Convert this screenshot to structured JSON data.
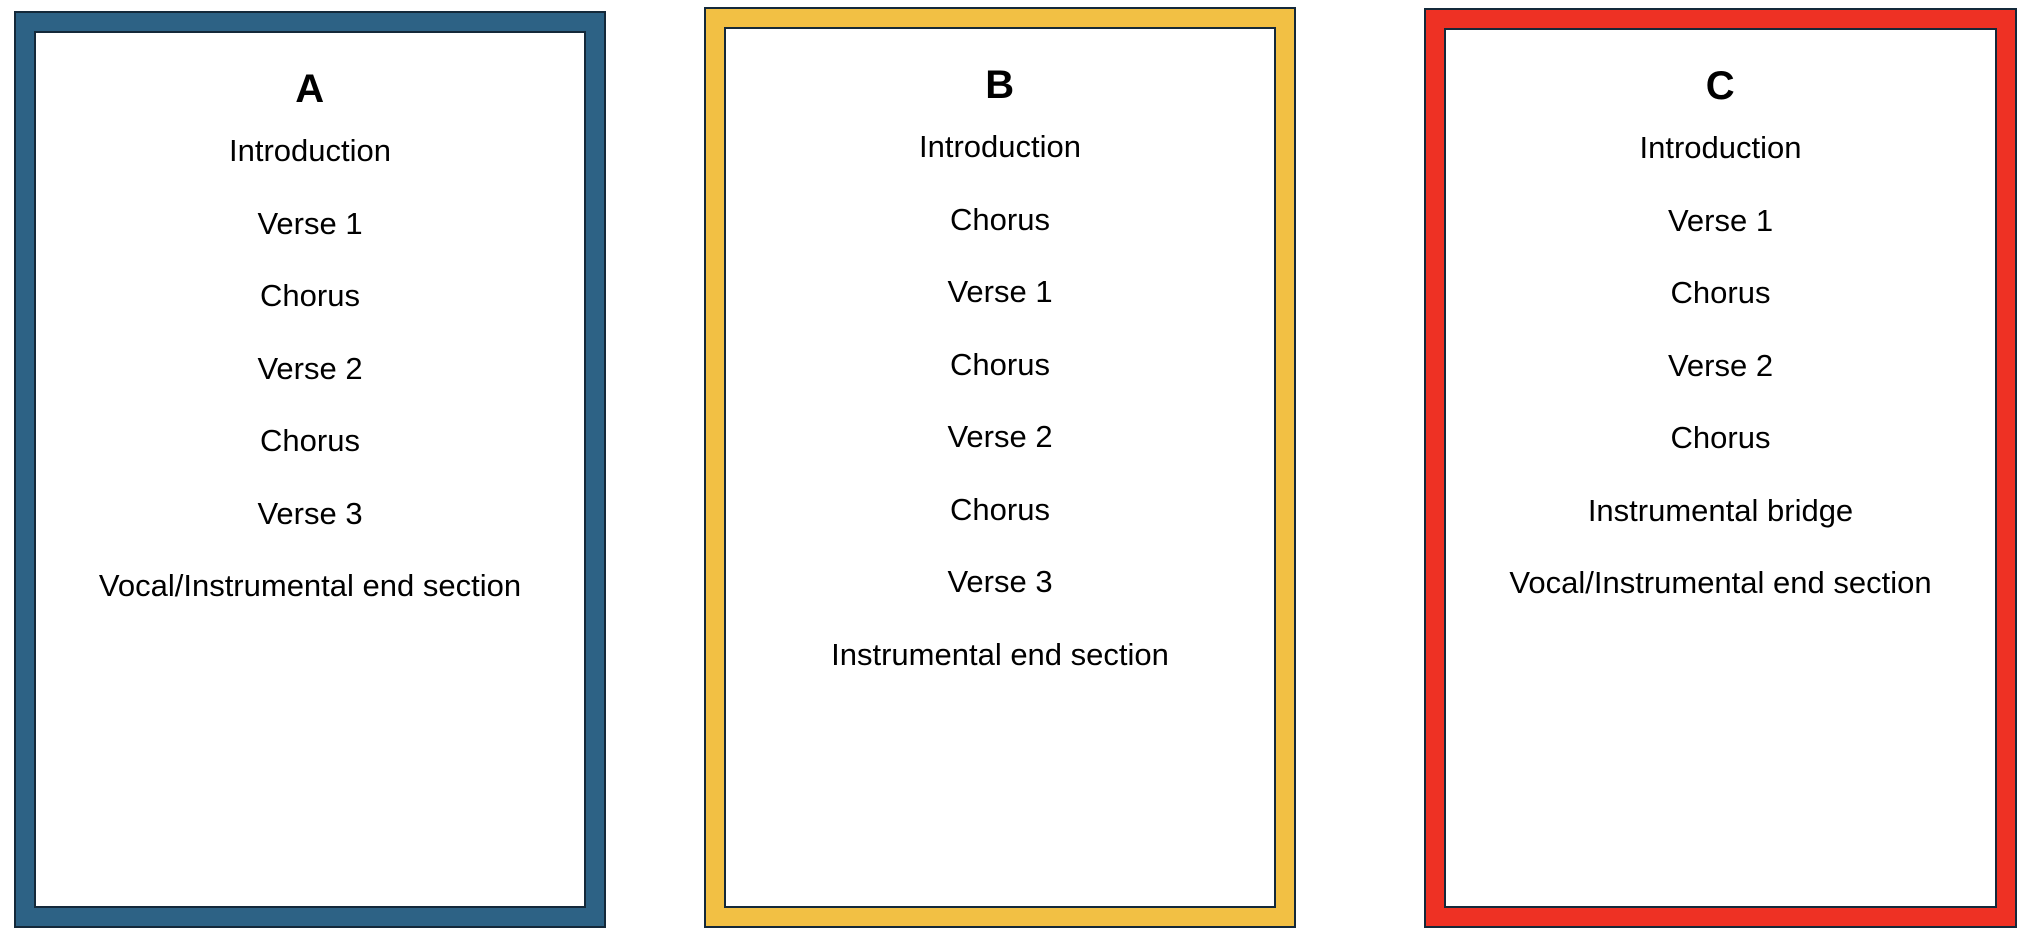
{
  "figure": {
    "type": "diagram",
    "description": "Three song-structure option panels labelled A, B and C, each a coloured framed card listing an ordered sequence of song sections.",
    "background_color": "#FFFFFF",
    "frame_outline_color": "#14293A"
  },
  "panels": [
    {
      "id": "A",
      "title": "A",
      "accent_color": "#2D6285",
      "accent_name": "blue",
      "items": [
        "Introduction",
        "Verse 1",
        "Chorus",
        "Verse 2",
        "Chorus",
        "Verse 3",
        "Vocal/Instrumental end section"
      ]
    },
    {
      "id": "B",
      "title": "B",
      "accent_color": "#F2C044",
      "accent_name": "yellow",
      "items": [
        "Introduction",
        "Chorus",
        "Verse 1",
        "Chorus",
        "Verse 2",
        "Chorus",
        "Verse 3",
        "Instrumental end section"
      ]
    },
    {
      "id": "C",
      "title": "C",
      "accent_color": "#EE3124",
      "accent_name": "red",
      "items": [
        "Introduction",
        "Verse 1",
        "Chorus",
        "Verse 2",
        "Chorus",
        "Instrumental bridge",
        "Vocal/Instrumental end section"
      ]
    }
  ]
}
